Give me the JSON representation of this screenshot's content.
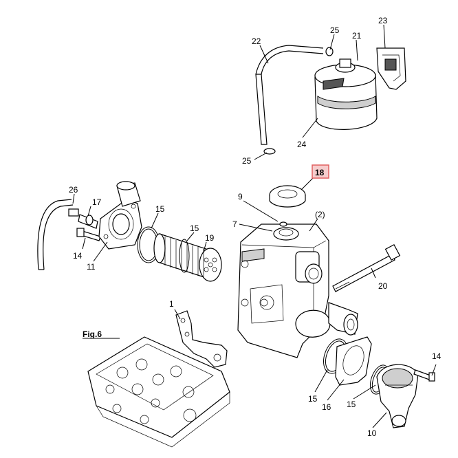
{
  "diagram": {
    "highlight_color": "#e06060",
    "highlight_fill": "#f6cccc",
    "highlighted_callout": "18",
    "figure_reference": "Fig.6",
    "callouts": {
      "c22": "22",
      "c25a": "25",
      "c21": "21",
      "c23": "23",
      "c24": "24",
      "c25b": "25",
      "c18": "18",
      "c26": "26",
      "c17": "17",
      "c15a": "15",
      "c15b": "15",
      "c19": "19",
      "c9": "9",
      "c7": "7",
      "c2": "(2)",
      "c14a": "14",
      "c11": "11",
      "c20": "20",
      "c1": "1",
      "c14b": "14",
      "c15c": "15",
      "c16": "16",
      "c15d": "15",
      "c10": "10"
    }
  }
}
